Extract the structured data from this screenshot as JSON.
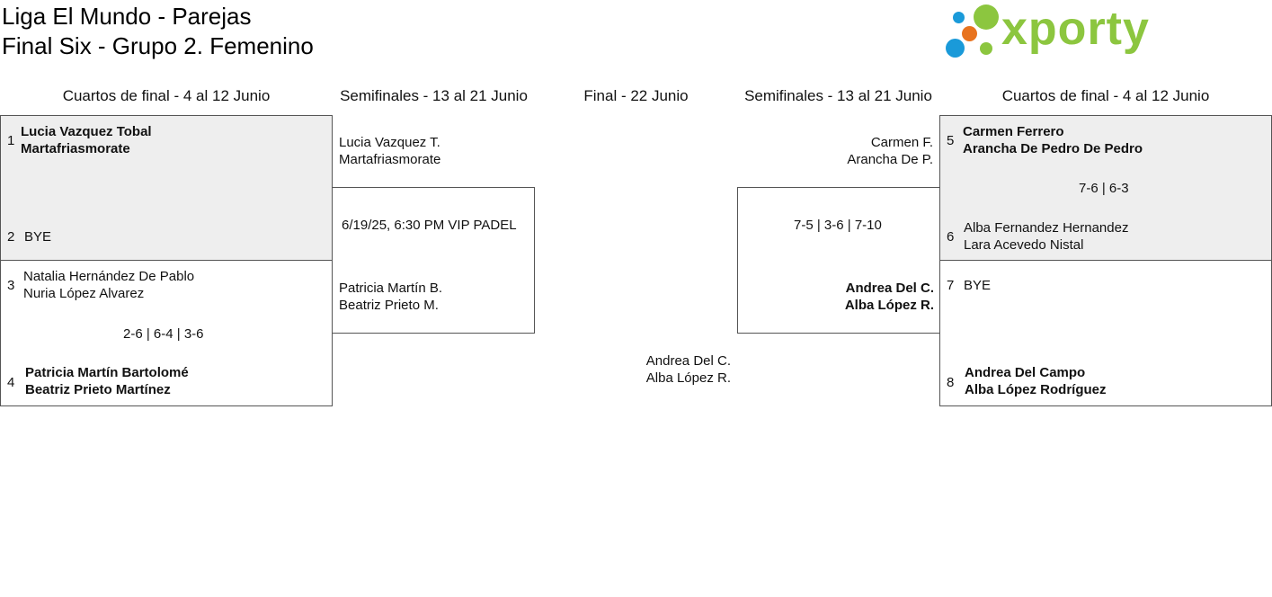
{
  "header": {
    "title_line1": "Liga El Mundo - Parejas",
    "title_line2": "Final Six - Grupo 2. Femenino",
    "logo_text": "xporty",
    "logo_colors": {
      "blue": "#1a9ad9",
      "orange": "#e8731e",
      "green": "#8cc63f"
    }
  },
  "columns": {
    "qf_left": "Cuartos de final - 4 al 12 Junio",
    "sf_left": "Semifinales - 13 al 21 Junio",
    "final": "Final - 22 Junio",
    "sf_right": "Semifinales - 13 al 21 Junio",
    "qf_right": "Cuartos de final - 4 al 12 Junio"
  },
  "qf_left": {
    "match1": {
      "seed_a": "1",
      "team_a": [
        "Lucia Vazquez Tobal",
        "Martafriasmorate"
      ],
      "seed_b": "2",
      "team_b": [
        "BYE"
      ]
    },
    "match2": {
      "seed_a": "3",
      "team_a": [
        "Natalia Hernández De Pablo",
        "Nuria López Alvarez"
      ],
      "score": "2-6 | 6-4 | 3-6",
      "seed_b": "4",
      "team_b": [
        "Patricia Martín Bartolomé",
        "Beatriz Prieto Martínez"
      ]
    }
  },
  "sf_left": {
    "team_a": [
      "Lucia Vazquez T.",
      "Martafriasmorate"
    ],
    "info": "6/19/25, 6:30 PM VIP PADEL",
    "team_b": [
      "Patricia Martín B.",
      "Beatriz Prieto M."
    ]
  },
  "final": {
    "team": [
      "Andrea Del C.",
      "Alba López R."
    ]
  },
  "sf_right": {
    "team_a": [
      "Carmen F.",
      "Arancha De P."
    ],
    "score": "7-5 | 3-6 | 7-10",
    "team_b": [
      "Andrea Del C.",
      "Alba López R."
    ]
  },
  "qf_right": {
    "match1": {
      "seed_a": "5",
      "team_a": [
        "Carmen Ferrero",
        "Arancha De Pedro De Pedro"
      ],
      "score": "7-6 | 6-3",
      "seed_b": "6",
      "team_b": [
        "Alba Fernandez Hernandez",
        "Lara Acevedo Nistal"
      ]
    },
    "match2": {
      "seed_a": "7",
      "team_a": [
        "BYE"
      ],
      "seed_b": "8",
      "team_b": [
        "Andrea Del Campo",
        "Alba López Rodríguez"
      ]
    }
  }
}
